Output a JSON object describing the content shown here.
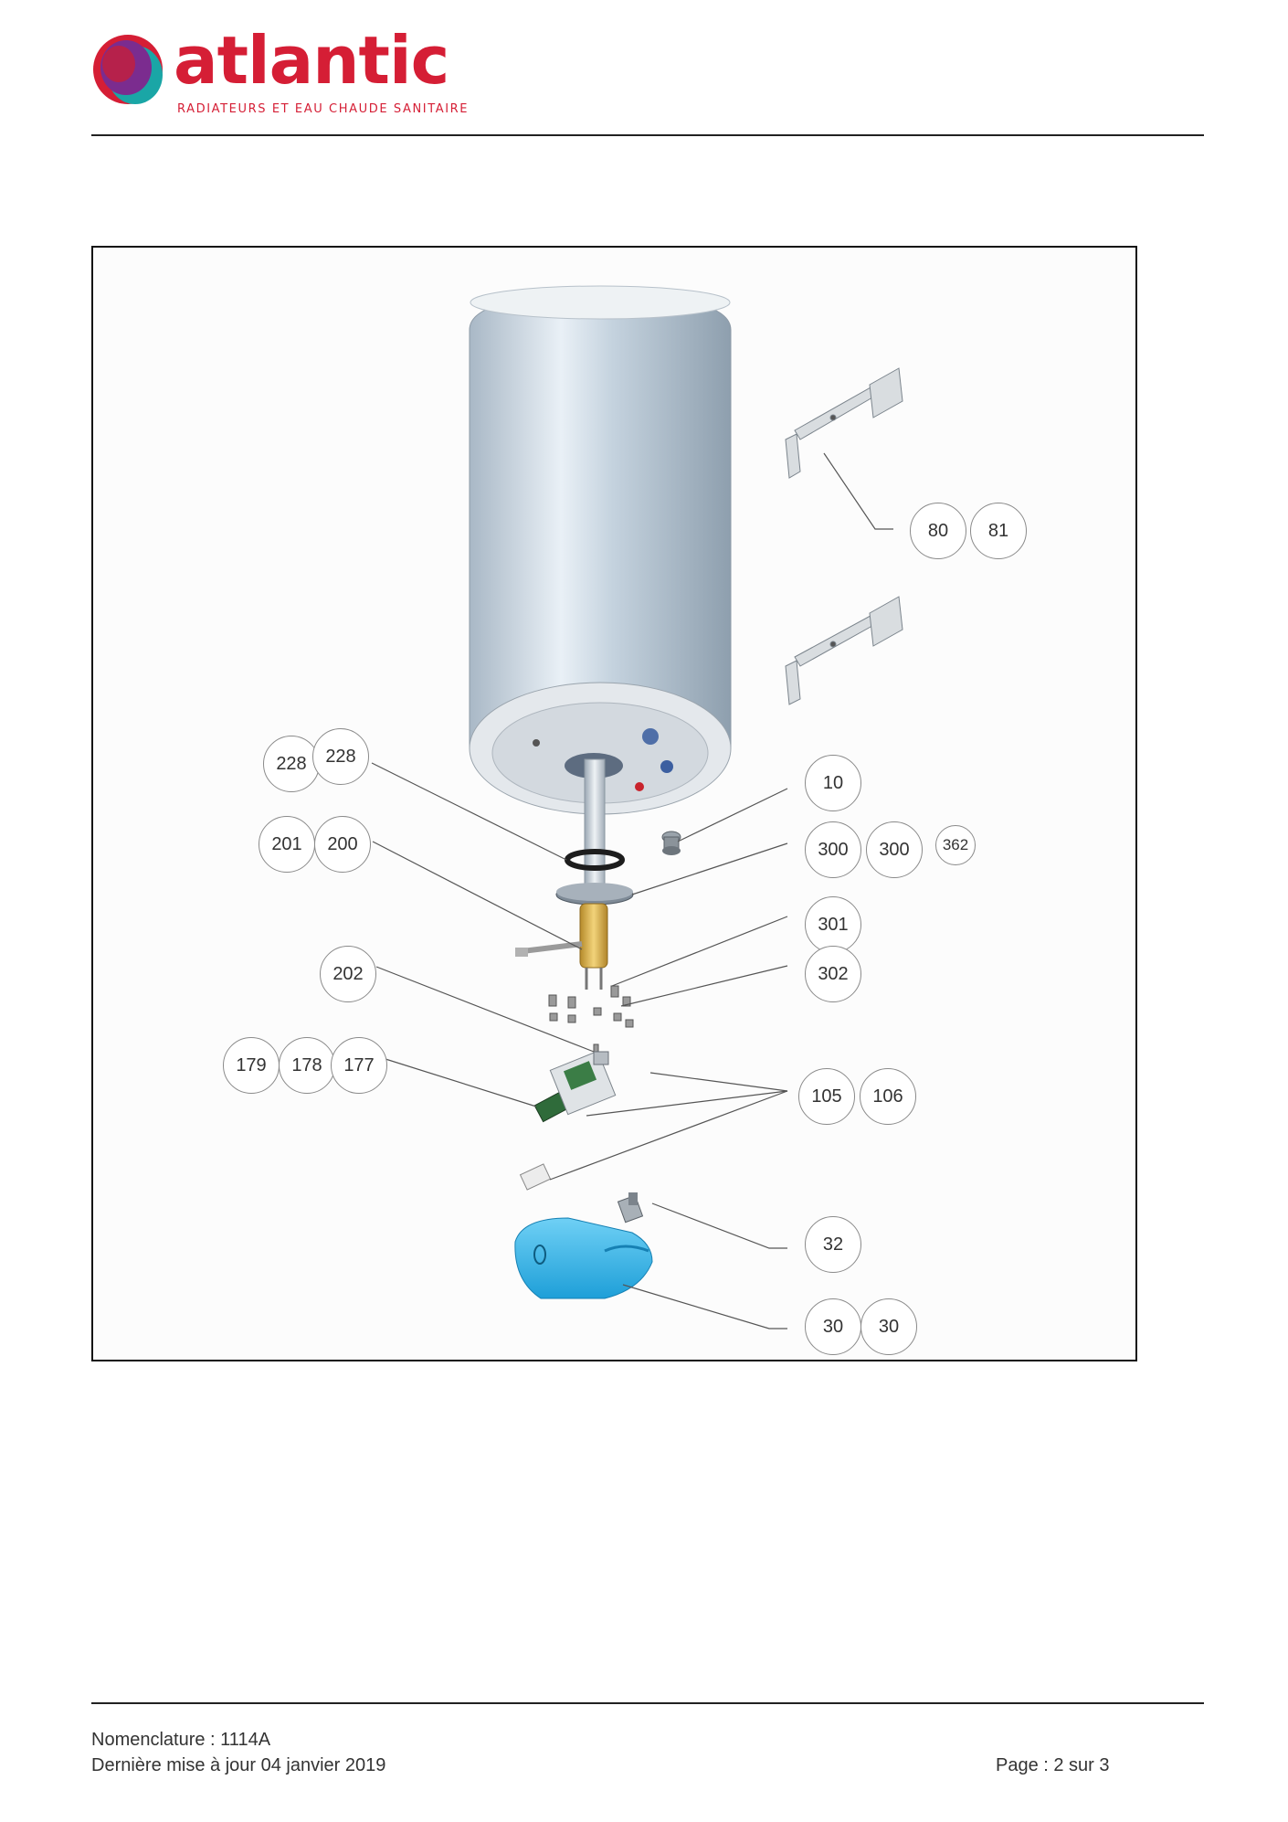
{
  "brand": {
    "name": "atlantic",
    "tagline": "RADIATEURS ET EAU CHAUDE SANITAIRE",
    "colors": {
      "red": "#d51e35",
      "purple": "#6b2a8f",
      "teal": "#1aa6a6"
    }
  },
  "callouts": {
    "c80": "80",
    "c81": "81",
    "c228a": "228",
    "c228b": "228",
    "c10": "10",
    "c201": "201",
    "c200": "200",
    "c300a": "300",
    "c300b": "300",
    "c362": "362",
    "c301": "301",
    "c202": "202",
    "c302": "302",
    "c179": "179",
    "c178": "178",
    "c177": "177",
    "c105": "105",
    "c106": "106",
    "c32": "32",
    "c30a": "30",
    "c30b": "30"
  },
  "footer": {
    "nomenclature": "Nomenclature : 1114A",
    "updated": "Dernière mise à jour 04 janvier 2019",
    "page": "Page : 2 sur 3"
  }
}
